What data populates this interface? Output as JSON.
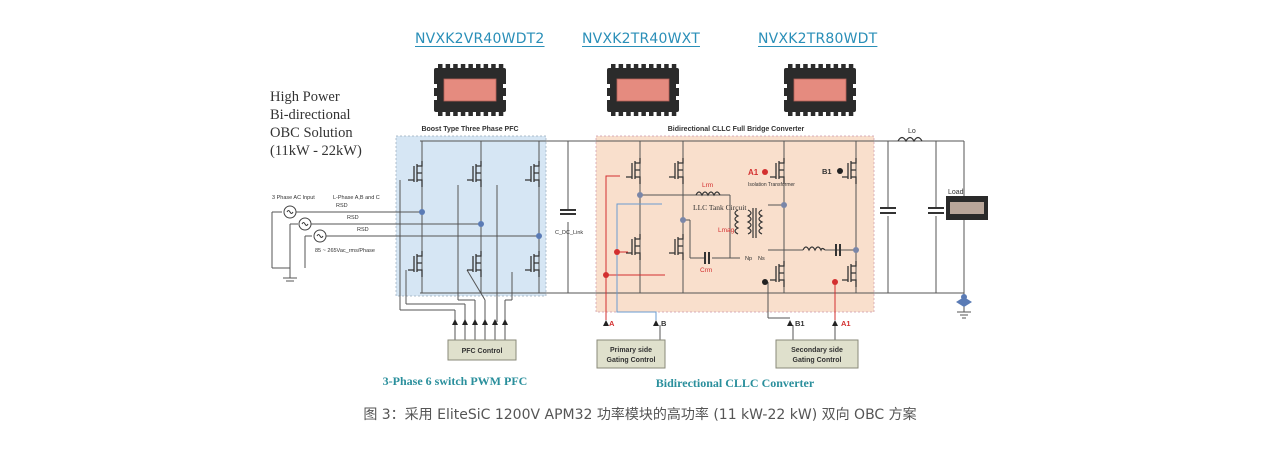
{
  "parts": [
    {
      "label": "NVXK2VR40WDT2"
    },
    {
      "label": "NVXK2TR40WXT"
    },
    {
      "label": "NVXK2TR80WDT"
    }
  ],
  "title_block": {
    "line1": "High Power",
    "line2": "Bi-directional",
    "line3": "OBC Solution",
    "line4": "(11kW - 22kW)"
  },
  "diagram": {
    "pfc_section_label": "Boost Type Three Phase PFC",
    "cllc_section_label": "Bidirectional CLLC Full Bridge Converter",
    "input_label": "3 Phase AC Input",
    "phase_label": "L-Phase A,B and C",
    "rsd_labels": [
      "RSD",
      "RSD",
      "RSD"
    ],
    "voltage_label": "85 ~ 265Vac_rms/Phase",
    "dc_link_cap": "C_DC_Link",
    "llc_tank": "LLC Tank Circuit",
    "lrm": "Lrm",
    "lmag": "Lmag",
    "crm": "Crm",
    "np": "Np",
    "ns": "Ns",
    "transformer": "Isolation Transformer",
    "lo": "Lo",
    "load": "Load",
    "gate_a": "A",
    "gate_b": "B",
    "gate_a1": "A1",
    "gate_b1": "B1",
    "pfc_control": "PFC Control",
    "primary_control_line1": "Primary side",
    "primary_control_line2": "Gating Control",
    "secondary_control_line1": "Secondary side",
    "secondary_control_line2": "Gating Control",
    "pfc_footer": "3-Phase 6 switch PWM PFC",
    "cllc_footer": "Bidirectional CLLC Converter"
  },
  "colors": {
    "part_link": "#2a8fb8",
    "pfc_bg": "#d6e6f4",
    "cllc_bg": "#f9dfcc",
    "chip_body": "#2b2b2b",
    "chip_die": "#e58b7f",
    "signal_red": "#d32f2f",
    "signal_blue": "#6a9bd0",
    "node_blue": "#5a7bb5",
    "control_box": "#dfe0cc",
    "footer_teal": "#2a8f9c"
  },
  "caption": "图 3：采用 EliteSiC 1200V APM32 功率模块的高功率 (11 kW-22 kW) 双向 OBC 方案"
}
